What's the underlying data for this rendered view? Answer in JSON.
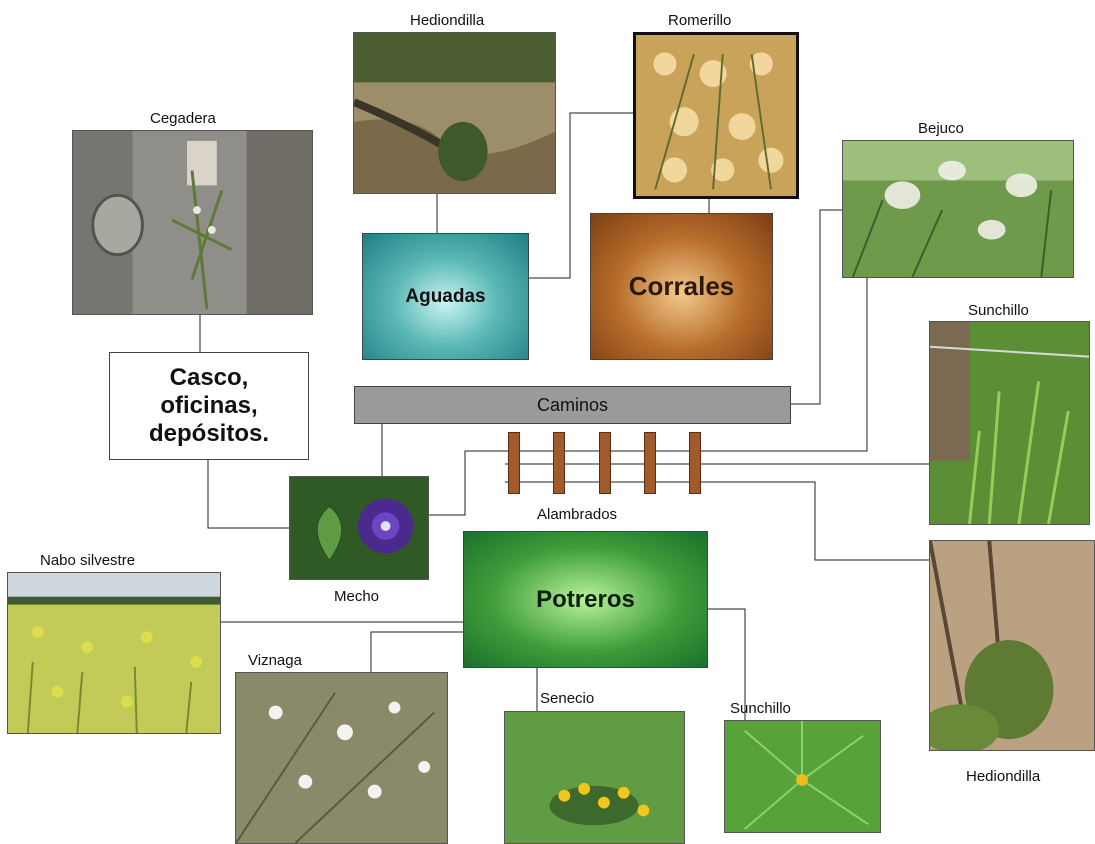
{
  "areas": {
    "aguadas": "Aguadas",
    "corrales": "Corrales",
    "potreros": "Potreros",
    "casco": "Casco, oficinas, depósitos.",
    "caminos": "Caminos",
    "alambrados": "Alambrados"
  },
  "plants": {
    "cegadera": "Cegadera",
    "hediondilla_top": "Hediondilla",
    "romerillo": "Romerillo",
    "bejuco": "Bejuco",
    "sunchillo_right": "Sunchillo",
    "hediondilla_right": "Hediondilla",
    "mecho": "Mecho",
    "nabo_silvestre": "Nabo silvestre",
    "viznaga": "Viznaga",
    "senecio": "Senecio",
    "sunchillo_bottom": "Sunchillo"
  },
  "colors": {
    "aguadas": "#2a8c8e",
    "corrales": "#9a541f",
    "potreros": "#2f8a34",
    "caminos": "#9a9a9a",
    "alambrado_posts": "#a05a2c"
  }
}
